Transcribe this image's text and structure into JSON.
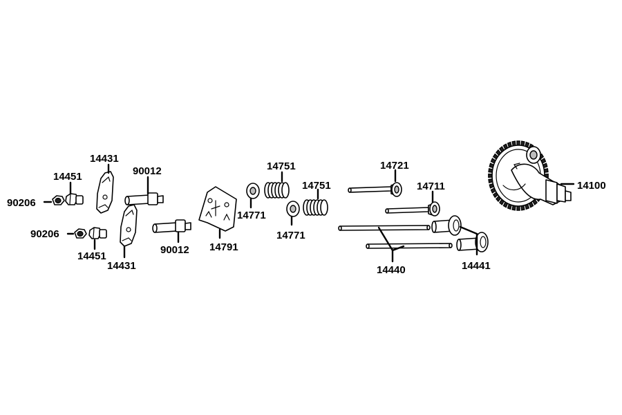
{
  "labels": {
    "p90206_a": "90206",
    "p90206_b": "90206",
    "p14451_a": "14451",
    "p14451_b": "14451",
    "p14431_a": "14431",
    "p14431_b": "14431",
    "p90012_a": "90012",
    "p90012_b": "90012",
    "p14791": "14791",
    "p14771_a": "14771",
    "p14771_b": "14771",
    "p14751_a": "14751",
    "p14751_b": "14751",
    "p14721": "14721",
    "p14711": "14711",
    "p14440": "14440",
    "p14441": "14441",
    "p14100": "14100"
  }
}
